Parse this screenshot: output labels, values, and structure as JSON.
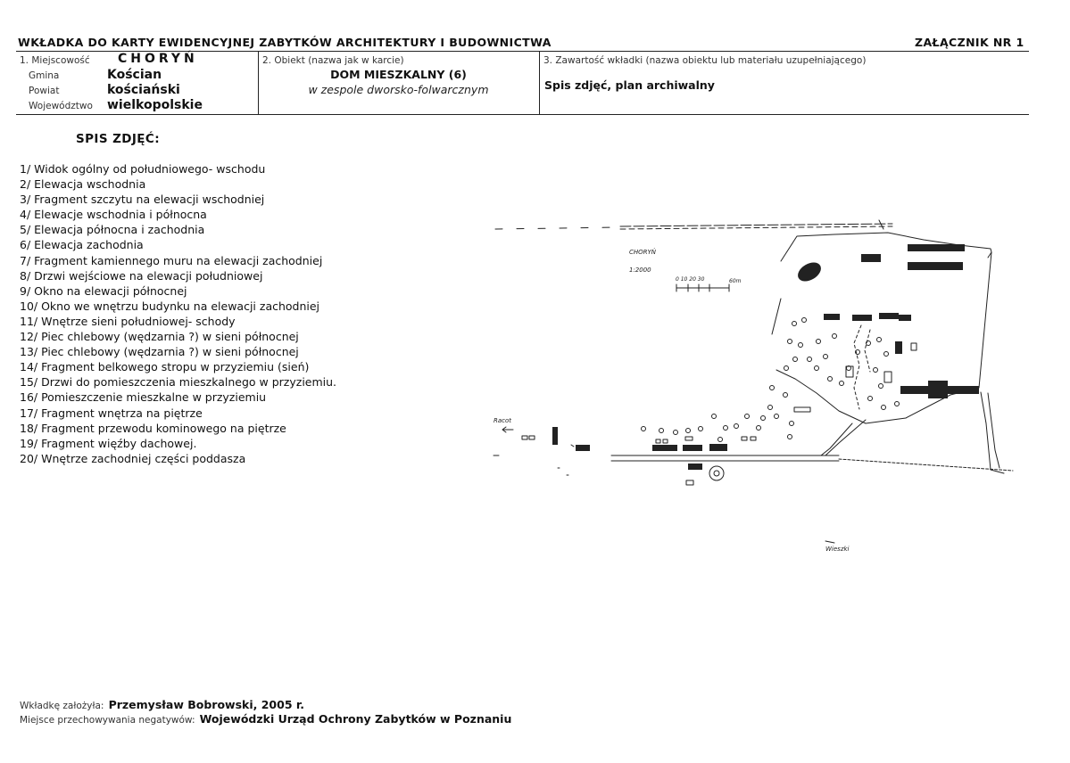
{
  "header": {
    "title": "WKŁADKA DO KARTY EWIDENCYJNEJ ZABYTKÓW ARCHITEKTURY I BUDOWNICTWA",
    "attachment": "ZAŁĄCZNIK NR 1"
  },
  "location": {
    "field_label": "1. Miejscowość",
    "town": "CHORYŃ",
    "commune_label": "Gmina",
    "commune": "Kościan",
    "district_label": "Powiat",
    "district": "kościański",
    "voivodeship_label": "Województwo",
    "voivodeship": "wielkopolskie"
  },
  "object": {
    "field_label": "2. Obiekt (nazwa jak w karcie)",
    "name": "DOM MIESZKALNY (6)",
    "context": "w zespole dworsko-folwarcznym"
  },
  "contents": {
    "field_label": "3. Zawartość wkładki (nazwa obiektu lub materiału uzupełniającego)",
    "value": "Spis zdjęć, plan archiwalny"
  },
  "photo_list": {
    "heading": "SPIS ZDJĘĆ:",
    "items": [
      "1/ Widok ogólny od południowego- wschodu",
      "2/ Elewacja wschodnia",
      "3/ Fragment szczytu na elewacji wschodniej",
      "4/ Elewacje wschodnia i północna",
      "5/ Elewacja północna i zachodnia",
      "6/ Elewacja zachodnia",
      "7/ Fragment kamiennego muru na elewacji zachodniej",
      "8/ Drzwi wejściowe na elewacji południowej",
      "9/ Okno na elewacji północnej",
      "10/ Okno we wnętrzu budynku na elewacji zachodniej",
      "11/ Wnętrze  sieni południowej- schody",
      "12/ Piec chlebowy (wędzarnia ?) w sieni północnej",
      "13/ Piec chlebowy (wędzarnia ?) w sieni północnej",
      "14/ Fragment belkowego stropu w przyziemiu (sień)",
      "15/ Drzwi do pomieszczenia mieszkalnego w przyziemiu.",
      "16/ Pomieszczenie mieszkalne w przyziemiu",
      "17/ Fragment wnętrza na piętrze",
      "18/ Fragment przewodu kominowego na piętrze",
      "19/ Fragment więźby dachowej.",
      "20/ Wnętrze zachodniej części poddasza"
    ]
  },
  "site_plan": {
    "place_label": "CHORYŃ",
    "scale_label": "1:2000",
    "scale_ticks": "0 10 20 30",
    "scale_end": "60m",
    "left_road_label": "Racot",
    "bottom_label": "Wieszki"
  },
  "footer": {
    "author_label": "Wkładkę założyła:",
    "author": "Przemysław Bobrowski, 2005 r.",
    "storage_label": "Miejsce przechowywania negatywów:",
    "storage": "Wojewódzki Urząd Ochrony Zabytków w Poznaniu"
  }
}
